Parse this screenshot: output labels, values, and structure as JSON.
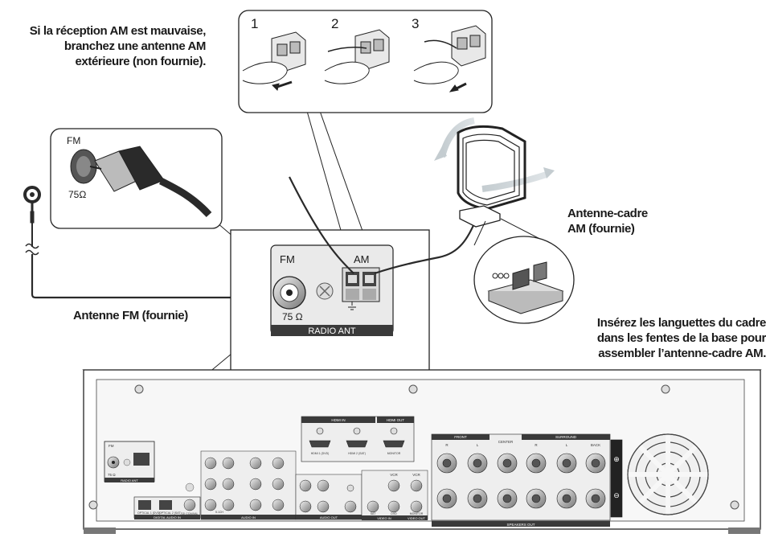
{
  "captions": {
    "am_reception": "Si la réception AM est mauvaise,\nbranchez une antenne AM\nextérieure (non fournie).",
    "loop_antenna": "Antenne-cadre\nAM (fournie)",
    "insert_tabs": "Insérez les languettes du cadre\ndans les fentes de la base pour\nassembler l’antenne-cadre AM.",
    "fm_antenna": "Antenne FM (fournie)"
  },
  "steps": [
    "1",
    "2",
    "3"
  ],
  "fm_detail": {
    "label": "FM",
    "impedance": "75Ω"
  },
  "radio_panel": {
    "fm": "FM",
    "am": "AM",
    "impedance": "75 Ω",
    "title": "RADIO ANT"
  },
  "rear_panel": {
    "radio": {
      "fm": "FM",
      "impedance": "75 Ω",
      "title": "RADIO ANT"
    },
    "hdmi_in": "HDMI IN",
    "hdmi_out": "HDMI OUT",
    "hdmi_in1": "HDMI 1 (DVD)",
    "hdmi_in2": "HDMI 2 (SAT)",
    "hdmi_monitor": "MONITOR",
    "front": "FRONT",
    "center": "CENTER",
    "surround": "SURROUND",
    "r": "R",
    "l": "L",
    "back": "BACK",
    "speakers_out": "SPEAKERS OUT",
    "digital_audio_in": "DIGITAL AUDIO IN",
    "optical1": "OPTICAL 1 (DVD)",
    "optical2": "OPTICAL 2 (SAT)",
    "coaxial": "(3) COAXIAL",
    "audio_in": "AUDIO IN",
    "ch51": "5.1CH",
    "audio_out": "AUDIO OUT",
    "video_in": "VIDEO IN",
    "video_out": "VIDEO OUT",
    "vcr": "VCR",
    "sat": "SAT",
    "dvd": "DVD",
    "monitor": "MONITOR",
    "plus": "⊕",
    "minus": "⊖"
  },
  "colors": {
    "line": "#1a1a1a",
    "panel": "#e9e9e9",
    "dark": "#3a3a3a",
    "arrow": "#cfd6da"
  }
}
